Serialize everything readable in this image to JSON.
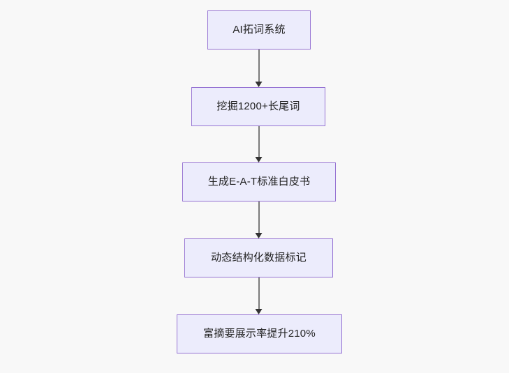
{
  "diagram": {
    "title": "AI SEO content pipeline flowchart",
    "background_color": "#f8f8f8",
    "node_fill_color": "#ececfc",
    "node_border_color": "#9673d3",
    "node_text_color": "#232323",
    "connector_color": "#7b7b7b",
    "arrowhead_color": "#333333",
    "orientation": "top-to-bottom",
    "nodes": [
      {
        "id": "node-1",
        "label": "AI拓词系统"
      },
      {
        "id": "node-2",
        "label": "挖掘1200+长尾词"
      },
      {
        "id": "node-3",
        "label": "生成E-A-T标准白皮书"
      },
      {
        "id": "node-4",
        "label": "动态结构化数据标记"
      },
      {
        "id": "node-5",
        "label": "富摘要展示率提升210%"
      }
    ],
    "edges": [
      {
        "id": "connector-1",
        "from": "node-1",
        "to": "node-2",
        "label": ""
      },
      {
        "id": "connector-2",
        "from": "node-2",
        "to": "node-3",
        "label": ""
      },
      {
        "id": "connector-3",
        "from": "node-3",
        "to": "node-4",
        "label": ""
      },
      {
        "id": "connector-4",
        "from": "node-4",
        "to": "node-5",
        "label": ""
      }
    ]
  }
}
